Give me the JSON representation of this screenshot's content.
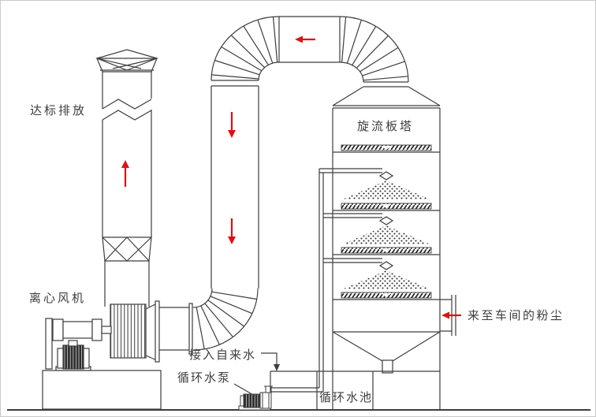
{
  "diagram": {
    "type": "process-flow-schematic",
    "labels": {
      "emission": "达标排放",
      "fan": "离心风机",
      "tower": "旋流板塔",
      "dust_inlet": "来至车间的粉尘",
      "tap_water": "接入自来水",
      "pump": "循环水泵",
      "pool": "循环水池"
    },
    "flow_arrows": [
      {
        "name": "chimney-exhaust-arrow",
        "direction": "up"
      },
      {
        "name": "downcomer-upper-arrow",
        "direction": "down"
      },
      {
        "name": "downcomer-lower-arrow",
        "direction": "down"
      },
      {
        "name": "top-duct-arrow",
        "direction": "left"
      },
      {
        "name": "dust-inlet-arrow",
        "direction": "left"
      }
    ],
    "colors": {
      "line": "#3d3d3d",
      "arrow": "#dd1111",
      "background": "#ffffff"
    }
  }
}
